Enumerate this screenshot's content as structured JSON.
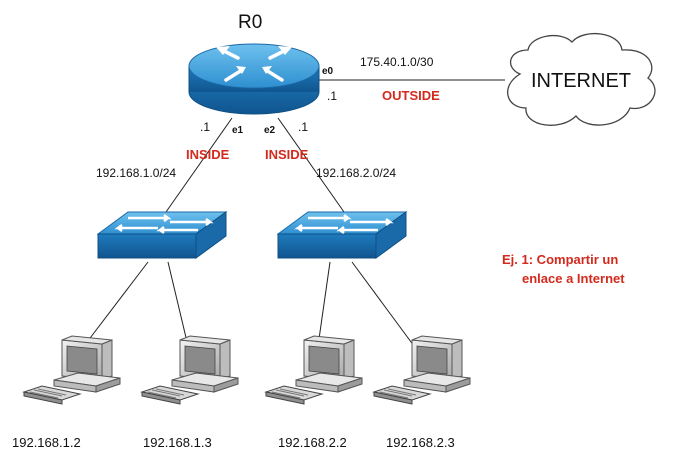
{
  "router": {
    "name": "R0"
  },
  "wan": {
    "network": "175.40.1.0/30",
    "host": ".1",
    "port": "e0",
    "role": "OUTSIDE"
  },
  "internet": {
    "label": "INTERNET"
  },
  "lan1": {
    "network": "192.168.1.0/24",
    "host": ".1",
    "port": "e1",
    "role": "INSIDE"
  },
  "lan2": {
    "network": "192.168.2.0/24",
    "host": ".1",
    "port": "e2",
    "role": "INSIDE"
  },
  "caption": {
    "line1": "Ej. 1: Compartir un",
    "line2": "enlace a Internet"
  },
  "hosts": [
    "192.168.1.2",
    "192.168.1.3",
    "192.168.2.2",
    "192.168.2.3"
  ],
  "colors": {
    "accent_red": "#d32a1e",
    "device_blue": "#2a8fcf"
  }
}
